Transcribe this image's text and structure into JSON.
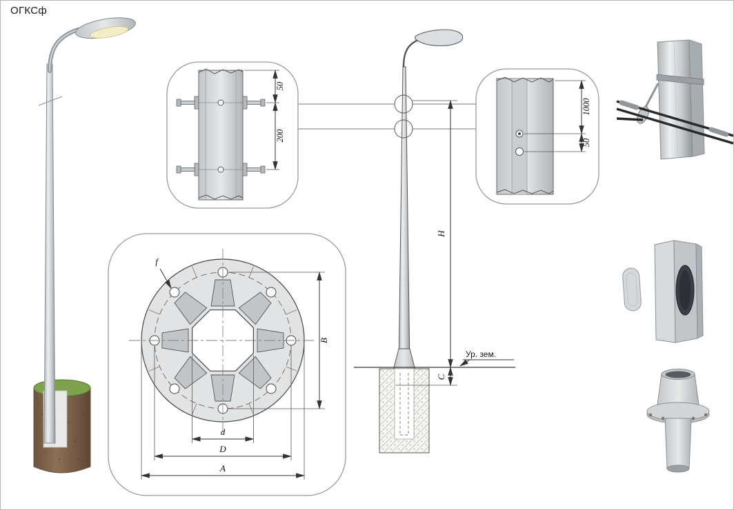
{
  "title": "ОГКСф",
  "colors": {
    "grass": "#7ea34c",
    "soil": "#84664d",
    "lamp_glow": "#f2ecc7",
    "line": "#3c3c3c"
  },
  "clamp_detail": {
    "dim_offset": "50",
    "dim_spacing": "200"
  },
  "entry_detail": {
    "dim_height": "1000",
    "dim_offset": "50"
  },
  "flange_detail": {
    "bolt_hole_label": "f",
    "bolt_span_label": "B",
    "inner_dia_label": "d",
    "bolt_circle_label": "D",
    "outer_dia_label": "A"
  },
  "elevation": {
    "height_label": "H",
    "embed_label": "C",
    "ground_level_label": "Ур. зем."
  }
}
